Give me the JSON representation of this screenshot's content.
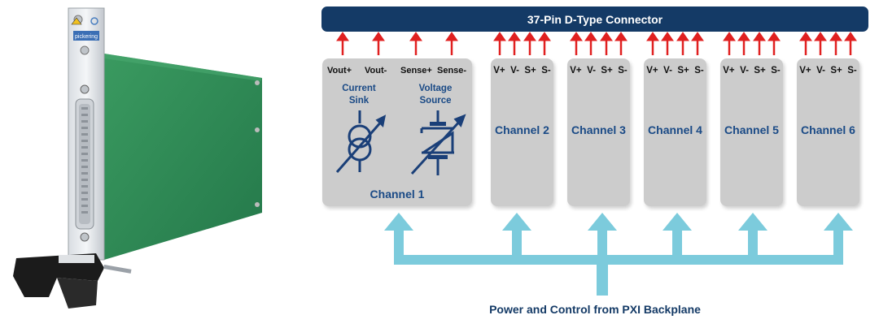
{
  "connector": {
    "label": "37-Pin D-Type Connector"
  },
  "channel1": {
    "name": "Channel 1",
    "pins": [
      "Vout+",
      "Vout-",
      "Sense+",
      "Sense-"
    ],
    "sink_label": [
      "Current",
      "Sink"
    ],
    "source_label": [
      "Voltage",
      "Source"
    ]
  },
  "channels": [
    {
      "name": "Channel 2",
      "pins": [
        "V+",
        "V-",
        "S+",
        "S-"
      ]
    },
    {
      "name": "Channel 3",
      "pins": [
        "V+",
        "V-",
        "S+",
        "S-"
      ]
    },
    {
      "name": "Channel 4",
      "pins": [
        "V+",
        "V-",
        "S+",
        "S-"
      ]
    },
    {
      "name": "Channel 5",
      "pins": [
        "V+",
        "V-",
        "S+",
        "S-"
      ]
    },
    {
      "name": "Channel 6",
      "pins": [
        "V+",
        "V-",
        "S+",
        "S-"
      ]
    }
  ],
  "footer": {
    "label": "Power and Control from PXI Backplane"
  },
  "card": {
    "logo": "pickering"
  },
  "colors": {
    "connector": "#143a66",
    "arrow_red": "#e02020",
    "backplane_arrows": "#7ccbdc",
    "channel_box": "#cccccc",
    "text_blue": "#1a4a86",
    "pcb_green": "#2f8a52"
  }
}
